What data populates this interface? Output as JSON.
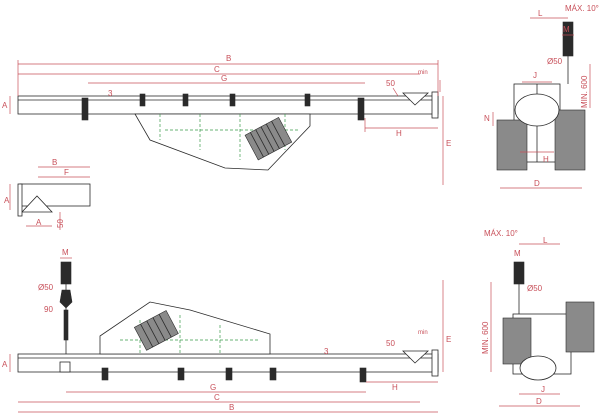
{
  "labels": {
    "A": "A",
    "B": "B",
    "C": "C",
    "D": "D",
    "E": "E",
    "F": "F",
    "G": "G",
    "H": "H",
    "J": "J",
    "L": "L",
    "M": "M",
    "N": "N",
    "three": "3",
    "fifty": "50",
    "ninety": "90",
    "phi50": "Ø50",
    "max10": "MÁX. 10°",
    "min600": "MIN. 600",
    "min": "min"
  },
  "colors": {
    "dimension": "#c8505a",
    "outline": "#2a2a2a",
    "hidden": "#3a9a4a"
  }
}
